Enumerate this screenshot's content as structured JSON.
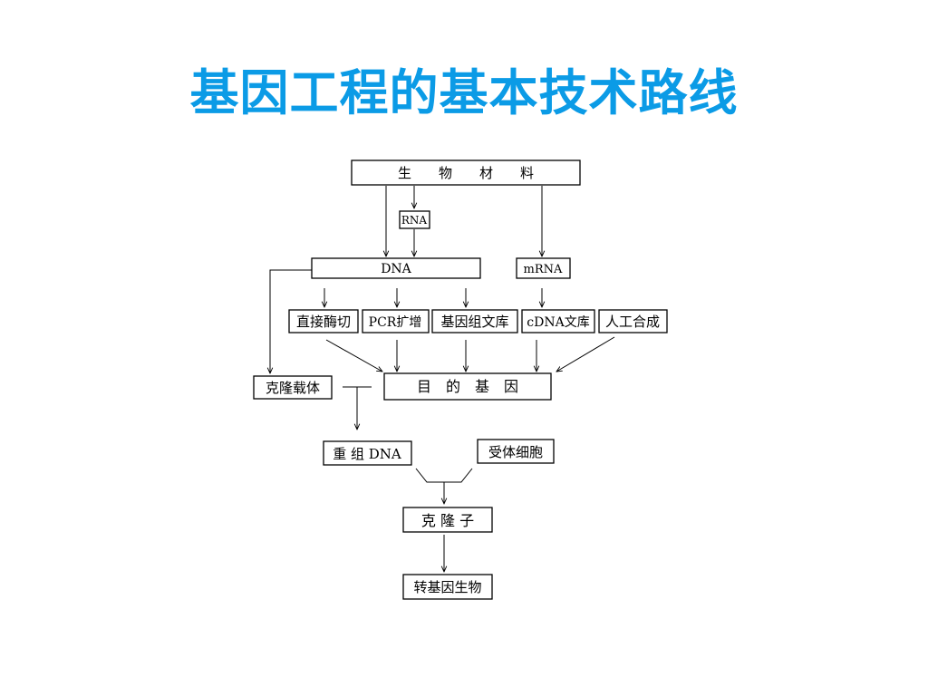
{
  "slide": {
    "title": "基因工程的基本技术路线"
  },
  "nodes": {
    "biological_material": "生　　物　　材　　料",
    "rna": "RNA",
    "dna": "DNA",
    "mrna": "mRNA",
    "direct_digestion": "直接酶切",
    "pcr_amplification": "PCR扩增",
    "genomic_library": "基因组文库",
    "cdna_library": "cDNA文库",
    "artificial_synthesis": "人工合成",
    "cloning_vector": "克隆载体",
    "target_gene": "目　的　基　因",
    "recombinant_dna": "重 组 DNA",
    "recipient_cell": "受体细胞",
    "clone": "克 隆 子",
    "transgenic_organism": "转基因生物"
  },
  "colors": {
    "title": "#0b9be6",
    "line": "#000000",
    "background": "#ffffff"
  }
}
